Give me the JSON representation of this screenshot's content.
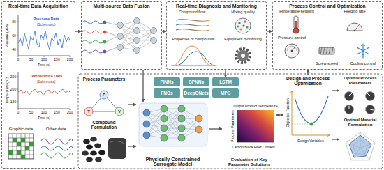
{
  "diagram": {
    "nodes": [
      {
        "text": [
          "Real-time Data Acquisition"
        ]
      },
      {
        "text": [
          "Multi-source Data Fusion"
        ]
      },
      {
        "text": [
          "Real-time Diagnosis and Monitoring"
        ]
      },
      {
        "text": [
          "Process Control and Optimization"
        ]
      },
      {
        "text": [
          "Process Parameters"
        ]
      },
      {
        "text": [
          "Compound Formulation"
        ]
      },
      {
        "text": [
          "Physically-Constrained Surrogate Model"
        ]
      },
      {
        "text": [
          "PINNs"
        ]
      },
      {
        "text": [
          "BPNNs"
        ]
      },
      {
        "text": [
          "LSTM"
        ]
      },
      {
        "text": [
          "FNOs"
        ]
      },
      {
        "text": [
          "DeepONets"
        ]
      },
      {
        "text": [
          "MPC"
        ]
      },
      {
        "text": [
          "Evaluation of Key Parameter Solutions"
        ]
      },
      {
        "text": [
          "Design and Process Optimization"
        ]
      },
      {
        "text": [
          "Optimal Process Parameters"
        ]
      },
      {
        "text": [
          "Optimal Material Formulation"
        ]
      }
    ],
    "edges": [
      {
        "from": 0,
        "to": 1,
        "arrow": "to"
      },
      {
        "from": 1,
        "to": 2,
        "arrow": "to"
      },
      {
        "from": 2,
        "to": 3,
        "arrow": "to"
      },
      {
        "from": 1,
        "to": 6,
        "arrow": "to"
      },
      {
        "from": 2,
        "to": 9,
        "arrow": "to"
      },
      {
        "from": 14,
        "to": 3,
        "arrow": "to"
      },
      {
        "from": 4,
        "to": 6,
        "arrow": "to"
      },
      {
        "from": 5,
        "to": 6,
        "arrow": "to"
      },
      {
        "from": 6,
        "to": 13,
        "arrow": "to"
      },
      {
        "from": 13,
        "to": 14,
        "arrow": "both"
      },
      {
        "from": 14,
        "to": 15,
        "arrow": "to"
      },
      {
        "from": 14,
        "to": 16,
        "arrow": "to"
      }
    ],
    "labels": [
      "Pressure Data",
      "(Schematic)",
      "Pressure (MPa)",
      "80",
      "60",
      "40",
      "0",
      "50",
      "100",
      "150",
      "200",
      "Time (s)",
      "Temperature Data",
      "(Schematic)",
      "Temperature (°C)",
      "220",
      "200",
      "180",
      "0",
      "50",
      "100",
      "150",
      "200",
      "Time (s)",
      "Graphic data",
      "Other data",
      "Compound flow",
      "Mixing quality",
      "Properties of compounds",
      "Equipment monitoring",
      "Temperature setpoint",
      "Feeding rate",
      "Pressure control",
      "Screw speed",
      "Cooling control",
      "P",
      "T",
      "V",
      "Output Product Temperature",
      "Process Parameters",
      "Carbon Black Filler Content",
      "Objective Function",
      "Design Variables"
    ]
  }
}
